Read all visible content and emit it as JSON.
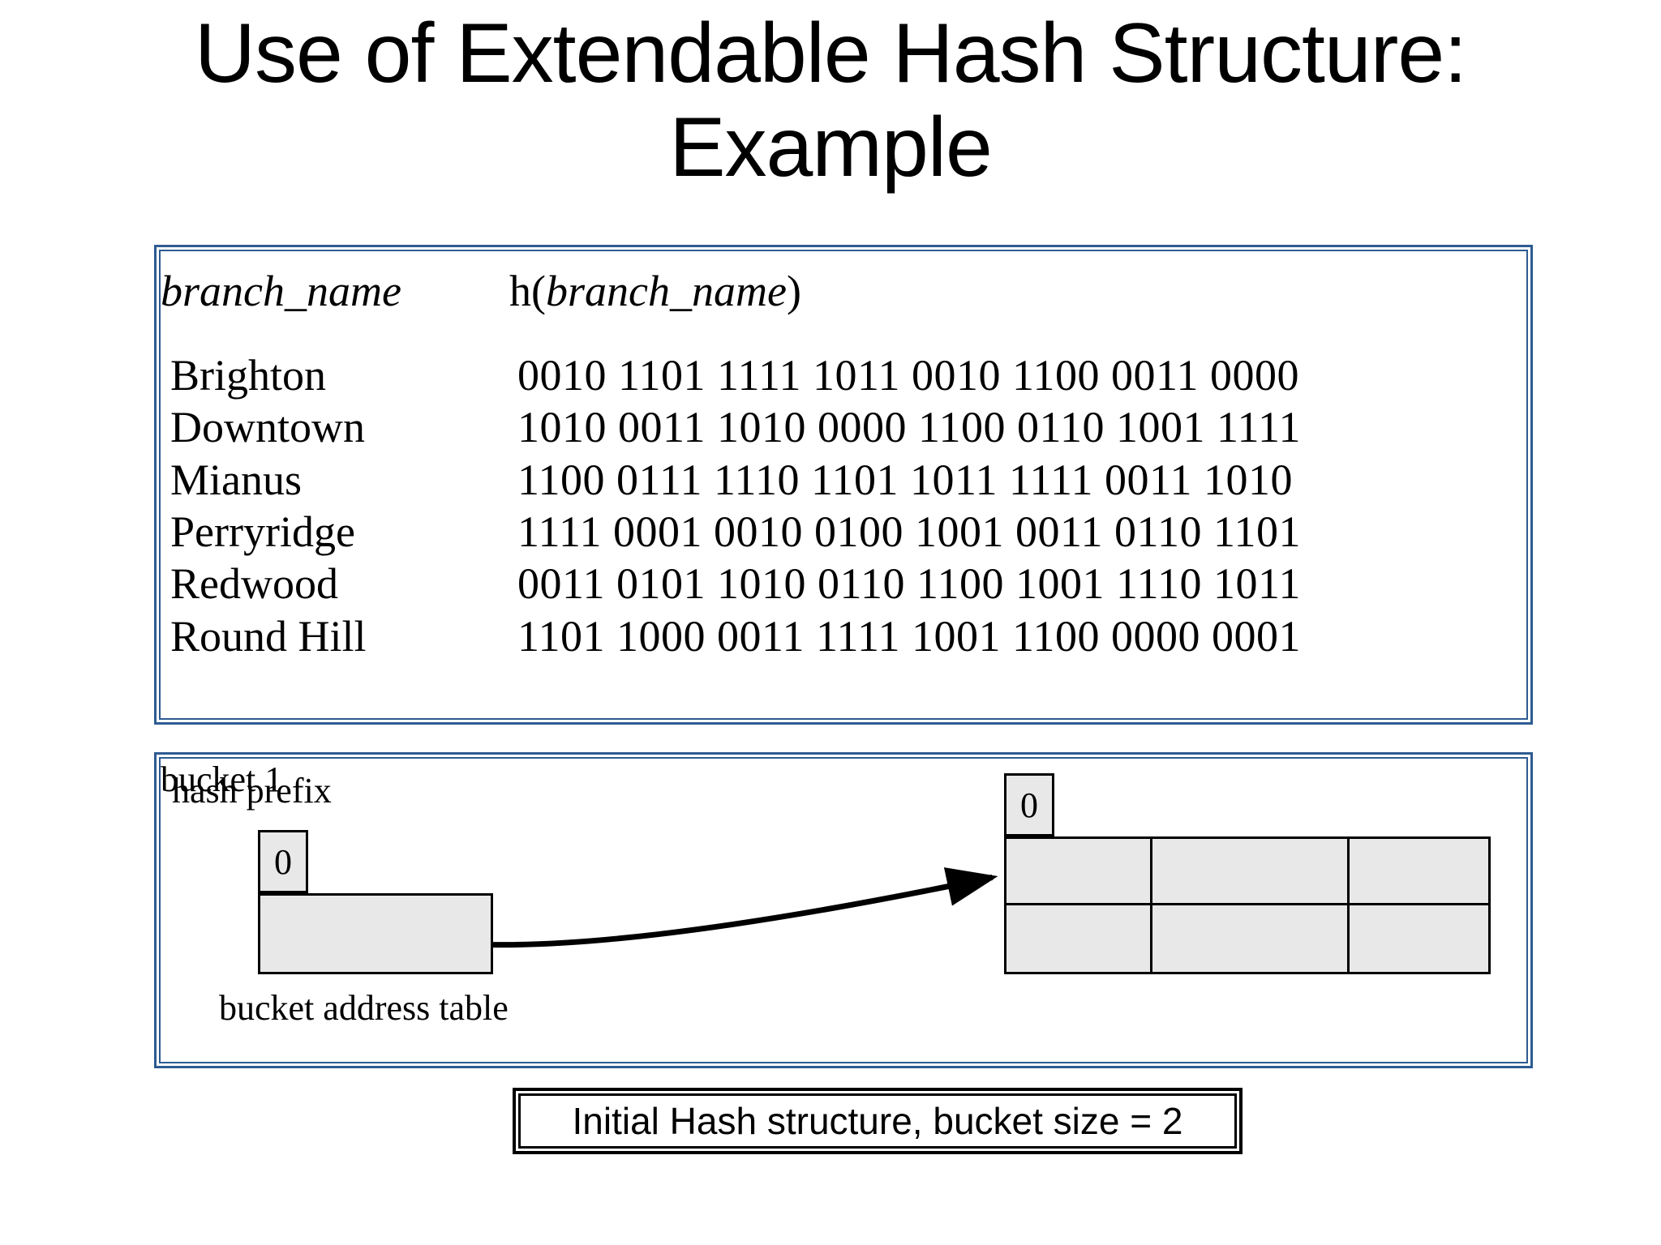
{
  "slide": {
    "title_line1": "Use of Extendable Hash Structure:",
    "title_line2": "Example"
  },
  "hash_table": {
    "headers": {
      "branch": "branch_name",
      "hash_prefix": "h(",
      "hash_arg": "branch_name",
      "hash_suffix": ")"
    },
    "rows": [
      {
        "branch": "Brighton",
        "hash": "0010 1101 1111 1011 0010 1100 0011 0000"
      },
      {
        "branch": "Downtown",
        "hash": "1010 0011 1010 0000 1100 0110 1001 1111"
      },
      {
        "branch": "Mianus",
        "hash": "1100 0111 1110 1101 1011 1111 0011 1010"
      },
      {
        "branch": "Perryridge",
        "hash": "1111 0001 0010 0100 1001 0011 0110 1101"
      },
      {
        "branch": "Redwood",
        "hash": "0011 0101 1010 0110 1100 1001 1110 1011"
      },
      {
        "branch": "Round Hill",
        "hash": "1101 1000 0011 1111 1001 1100 0000 0001"
      }
    ]
  },
  "diagram": {
    "hash_prefix_label": "hash prefix",
    "bucket_address_table": {
      "global_depth": "0",
      "caption": "bucket address table",
      "entries": [
        ""
      ]
    },
    "bucket": {
      "local_depth": "0",
      "caption": "bucket 1",
      "rows": 2,
      "cols": 3,
      "cells": [
        "",
        "",
        "",
        "",
        "",
        ""
      ]
    }
  },
  "caption": {
    "text": "Initial Hash structure, bucket size = 2"
  },
  "colors": {
    "panel_border": "#2e5b92",
    "cell_fill": "#e8e8e8",
    "ink": "#000000",
    "background": "#ffffff"
  }
}
